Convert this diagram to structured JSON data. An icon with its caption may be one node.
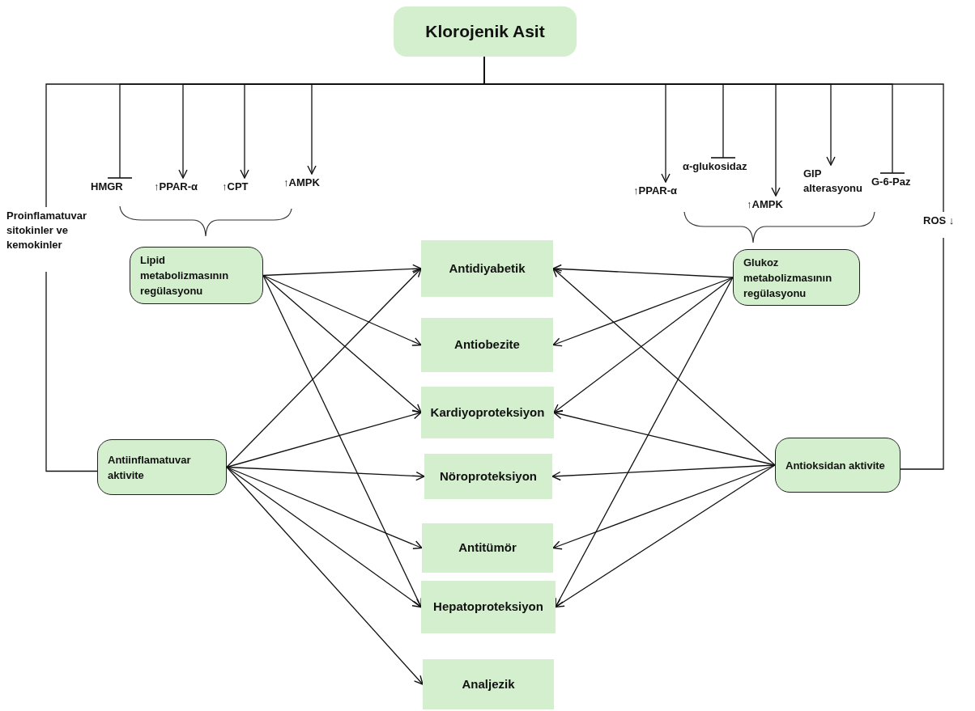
{
  "diagram": {
    "nodes": [
      {
        "text": [
          "Klorojenik Asit"
        ]
      },
      {
        "text": [
          "HMGR"
        ]
      },
      {
        "text": [
          "↑PPAR-α"
        ]
      },
      {
        "text": [
          "↑CPT"
        ]
      },
      {
        "text": [
          "↑AMPK"
        ]
      },
      {
        "text": [
          "↑PPAR-α"
        ]
      },
      {
        "text": [
          "α-glukosidaz"
        ]
      },
      {
        "text": [
          "↑AMPK"
        ]
      },
      {
        "text": [
          "GIP alterasyonu"
        ]
      },
      {
        "text": [
          "G-6-Paz"
        ]
      },
      {
        "text": [
          "Proinflamatuvar sitokinler ve kemokinler"
        ]
      },
      {
        "text": [
          "ROS ↓"
        ]
      },
      {
        "text": [
          "Lipid metabolizmasının regülasyonu"
        ]
      },
      {
        "text": [
          "Glukoz metabolizmasının regülasyonu"
        ]
      },
      {
        "text": [
          "Antiinflamatuvar aktivite"
        ]
      },
      {
        "text": [
          "Antioksidan aktivite"
        ]
      },
      {
        "text": [
          "Antidiyabetik"
        ]
      },
      {
        "text": [
          "Antiobezite"
        ]
      },
      {
        "text": [
          "Kardiyoproteksiyon"
        ]
      },
      {
        "text": [
          "Nöroproteksiyon"
        ]
      },
      {
        "text": [
          "Antitümör"
        ]
      },
      {
        "text": [
          "Hepatoproteksiyon"
        ]
      },
      {
        "text": [
          "Analjezik"
        ]
      }
    ],
    "edges": [
      {
        "from": 0,
        "to": 1,
        "arrow": "other"
      },
      {
        "from": 0,
        "to": 2,
        "arrow": "to"
      },
      {
        "from": 0,
        "to": 3,
        "arrow": "to"
      },
      {
        "from": 0,
        "to": 4,
        "arrow": "to"
      },
      {
        "from": 0,
        "to": 5,
        "arrow": "to"
      },
      {
        "from": 0,
        "to": 6,
        "arrow": "other"
      },
      {
        "from": 0,
        "to": 7,
        "arrow": "to"
      },
      {
        "from": 0,
        "to": 8,
        "arrow": "to"
      },
      {
        "from": 0,
        "to": 9,
        "arrow": "other"
      },
      {
        "from": 0,
        "to": 10,
        "arrow": "none"
      },
      {
        "from": 0,
        "to": 11,
        "arrow": "none"
      },
      {
        "from": 10,
        "to": 14,
        "arrow": "none"
      },
      {
        "from": 11,
        "to": 15,
        "arrow": "none"
      },
      {
        "from": 12,
        "to": 16,
        "arrow": "to"
      },
      {
        "from": 12,
        "to": 17,
        "arrow": "to"
      },
      {
        "from": 12,
        "to": 18,
        "arrow": "to"
      },
      {
        "from": 12,
        "to": 21,
        "arrow": "to"
      },
      {
        "from": 14,
        "to": 16,
        "arrow": "to"
      },
      {
        "from": 14,
        "to": 18,
        "arrow": "to"
      },
      {
        "from": 14,
        "to": 19,
        "arrow": "to"
      },
      {
        "from": 14,
        "to": 20,
        "arrow": "to"
      },
      {
        "from": 14,
        "to": 21,
        "arrow": "to"
      },
      {
        "from": 14,
        "to": 22,
        "arrow": "to"
      },
      {
        "from": 13,
        "to": 16,
        "arrow": "to"
      },
      {
        "from": 13,
        "to": 17,
        "arrow": "to"
      },
      {
        "from": 13,
        "to": 18,
        "arrow": "to"
      },
      {
        "from": 13,
        "to": 21,
        "arrow": "to"
      },
      {
        "from": 15,
        "to": 16,
        "arrow": "to"
      },
      {
        "from": 15,
        "to": 18,
        "arrow": "to"
      },
      {
        "from": 15,
        "to": 19,
        "arrow": "to"
      },
      {
        "from": 15,
        "to": 20,
        "arrow": "to"
      },
      {
        "from": 15,
        "to": 21,
        "arrow": "to"
      }
    ]
  }
}
